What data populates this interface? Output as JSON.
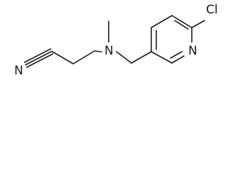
{
  "molecule": {
    "atoms": {
      "nitrile_n": "N",
      "amine_n": "N",
      "pyridine_n": "N",
      "chlorine": "Cl"
    }
  }
}
